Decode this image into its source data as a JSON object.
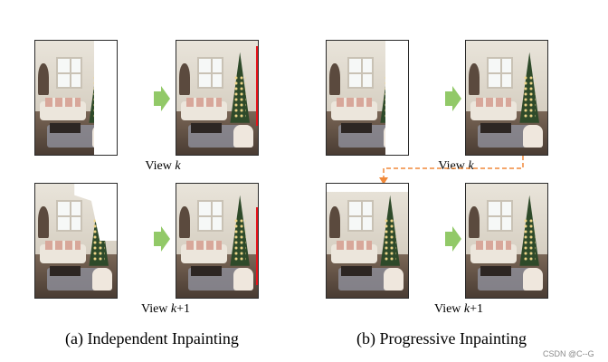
{
  "captions": {
    "left_top": {
      "prefix": "View ",
      "var": "k",
      "suffix": ""
    },
    "left_bottom": {
      "prefix": "View ",
      "var": "k",
      "suffix": "+1"
    },
    "right_top": {
      "prefix": "View ",
      "var": "k",
      "suffix": ""
    },
    "right_bottom": {
      "prefix": "View ",
      "var": "k",
      "suffix": "+1"
    }
  },
  "subfigures": {
    "left": "(a) Independent Inpainting",
    "right": "(b) Progressive Inpainting"
  },
  "colors": {
    "arrow": "#92c968",
    "highlight": "#e8141b",
    "dashed_arrow": "#f0893a"
  },
  "watermark": "CSDN @C--G"
}
